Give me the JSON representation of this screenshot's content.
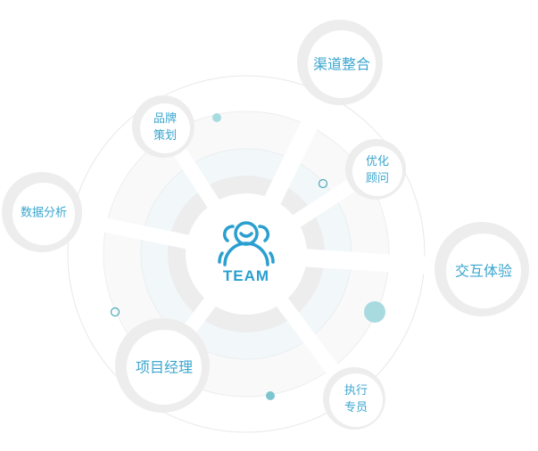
{
  "center": {
    "label": "TEAM",
    "icon": "team-people-icon"
  },
  "colors": {
    "accent": "#2a9fd0",
    "label": "#3aa6cf",
    "dot": "#a8dbe0",
    "dot_dark": "#7cc5cf"
  },
  "nodes": [
    {
      "id": "channel",
      "lines": [
        "渠道整合"
      ]
    },
    {
      "id": "brand",
      "lines": [
        "品牌",
        "策划"
      ]
    },
    {
      "id": "optimize",
      "lines": [
        "优化",
        "顾问"
      ]
    },
    {
      "id": "data",
      "lines": [
        "数据分析"
      ]
    },
    {
      "id": "interaction",
      "lines": [
        "交互体验"
      ]
    },
    {
      "id": "pm",
      "lines": [
        "项目经理"
      ]
    },
    {
      "id": "exec",
      "lines": [
        "执行",
        "专员"
      ]
    }
  ]
}
